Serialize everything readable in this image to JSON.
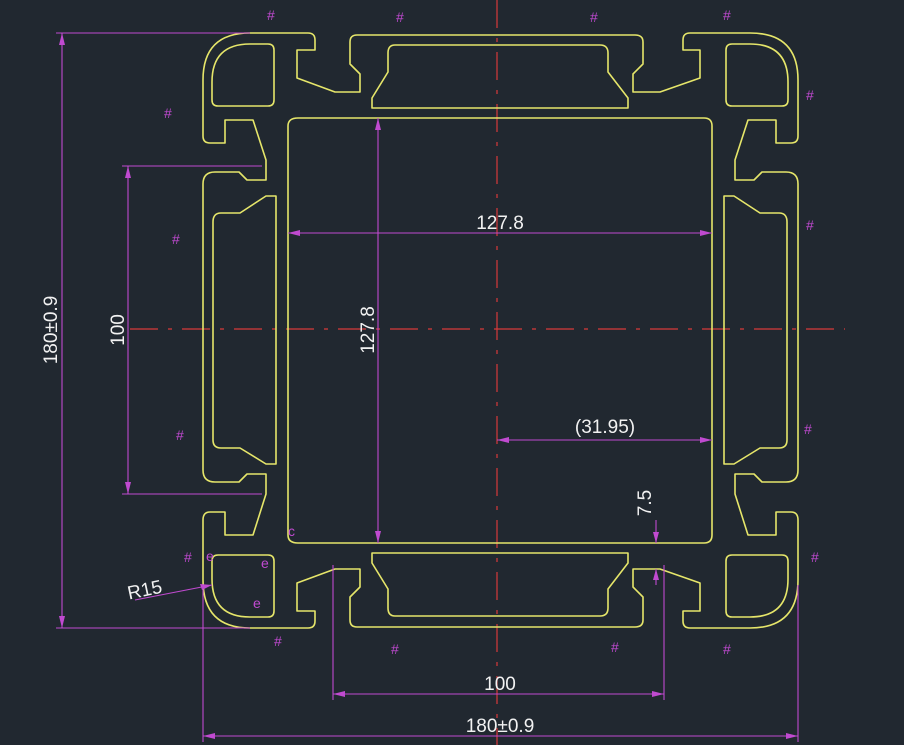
{
  "drawing": {
    "dimensions": {
      "overall_height": "180±0.9",
      "overall_width": "180±0.9",
      "inner_width": "127.8",
      "inner_height": "127.8",
      "slot_spacing_vertical": "100",
      "slot_spacing_horizontal": "100",
      "offset": "(31.95)",
      "wall": "7.5",
      "radius": "R15"
    },
    "marks": {
      "hash": "#",
      "letter_c": "c",
      "letter_e": "e"
    },
    "colors": {
      "background": "#212830",
      "profile": "#e6e66a",
      "centerline": "#d83a3a",
      "dimension": "#c04ad0",
      "text": "#f2f2f2"
    }
  }
}
